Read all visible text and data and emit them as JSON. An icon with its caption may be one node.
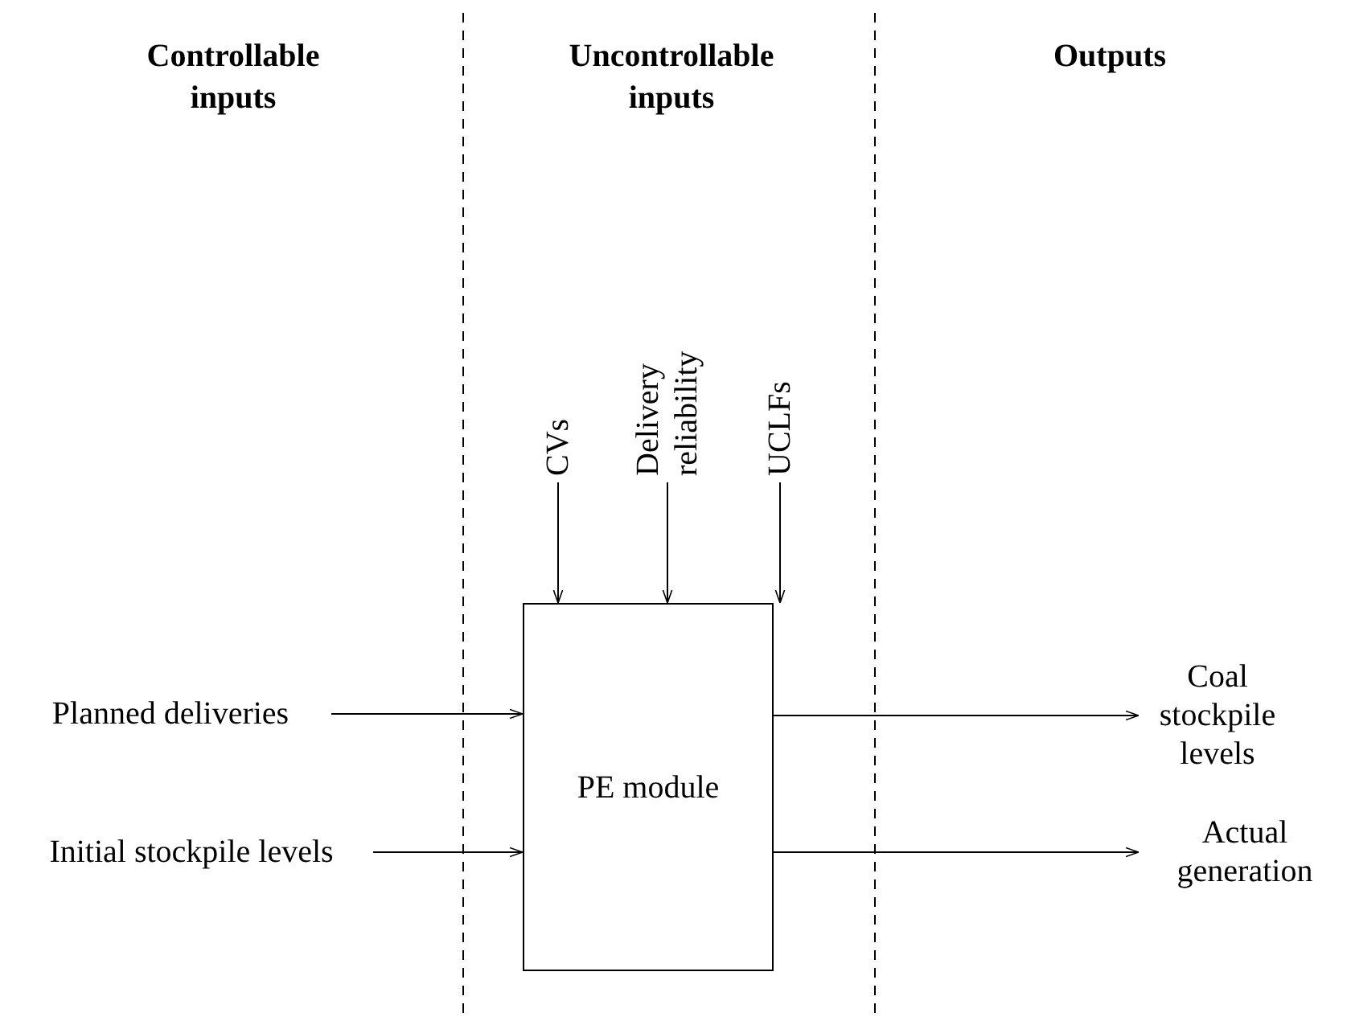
{
  "diagram": {
    "nodes": [
      {
        "text": [
          "PE module"
        ]
      },
      {
        "text": [
          "Planned deliveries"
        ]
      },
      {
        "text": [
          "Initial stockpile levels"
        ]
      },
      {
        "text": [
          "CVs"
        ]
      },
      {
        "text": [
          "Delivery reliability"
        ]
      },
      {
        "text": [
          "UCLFs"
        ]
      },
      {
        "text": [
          "Coal stockpile levels"
        ]
      },
      {
        "text": [
          "Actual generation"
        ]
      }
    ],
    "edges": [
      {
        "from": 3,
        "to": 0,
        "arrow": "to"
      },
      {
        "from": 4,
        "to": 0,
        "arrow": "to"
      },
      {
        "from": 5,
        "to": 0,
        "arrow": "to"
      },
      {
        "from": 1,
        "to": 0,
        "arrow": "to"
      },
      {
        "from": 2,
        "to": 0,
        "arrow": "to"
      },
      {
        "from": 0,
        "to": 6,
        "arrow": "to"
      },
      {
        "from": 0,
        "to": 7,
        "arrow": "to"
      }
    ],
    "labels": [
      "Controllable inputs",
      "Uncontrollable inputs",
      "Outputs"
    ]
  }
}
